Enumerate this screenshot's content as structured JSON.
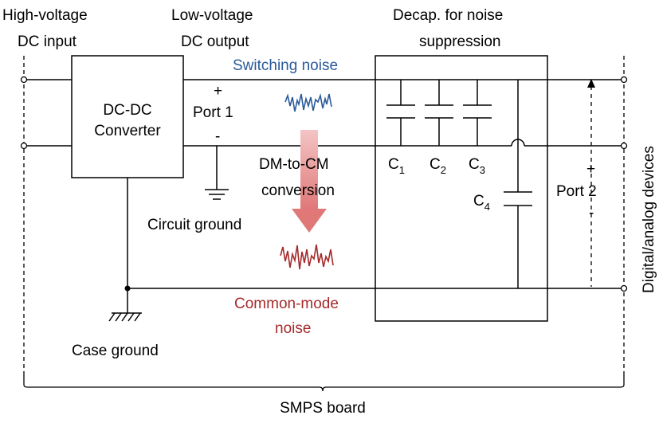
{
  "labels": {
    "hv_line1": "High-voltage",
    "hv_line2": "DC input",
    "lv_line1": "Low-voltage",
    "lv_line2": "DC output",
    "decap_line1": "Decap. for noise",
    "decap_line2": "suppression",
    "switching_noise": "Switching noise",
    "converter_line1": "DC-DC",
    "converter_line2": "Converter",
    "port1_plus": "+",
    "port1_name": "Port 1",
    "port1_minus": "-",
    "dmcm_line1": "DM-to-CM",
    "dmcm_line2": "conversion",
    "circuit_ground": "Circuit ground",
    "c1": "C",
    "c1_sub": "1",
    "c2": "C",
    "c2_sub": "2",
    "c3": "C",
    "c3_sub": "3",
    "c4": "C",
    "c4_sub": "4",
    "port2_plus": "+",
    "port2_name": "Port 2",
    "port2_minus": "-",
    "devices": "Digital/analog devices",
    "cm_line1": "Common-mode",
    "cm_line2": "noise",
    "case_ground": "Case ground",
    "smps_board": "SMPS board"
  },
  "colors": {
    "ink": "#000000",
    "switching_noise": "#2b5a9a",
    "common_mode": "#a52a2a",
    "arrow": "#e89a9a"
  }
}
